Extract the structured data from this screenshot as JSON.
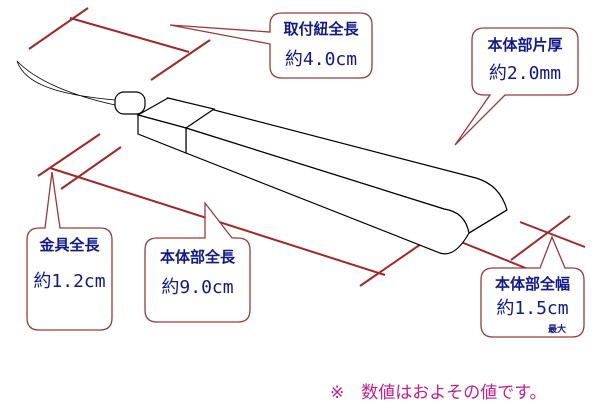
{
  "colors": {
    "dimension_line": "#a02828",
    "callout_text": "#101a8a",
    "footnote": "#c0208a",
    "outline": "#000000"
  },
  "callouts": {
    "cord_length": {
      "title": "取付紐全長",
      "value": "約4.0cm"
    },
    "body_thickness": {
      "title": "本体部片厚",
      "value": "約2.0mm"
    },
    "fitting_length": {
      "title": "金具全長",
      "value": "約1.2cm"
    },
    "body_length": {
      "title": "本体部全長",
      "value": "約9.0cm"
    },
    "body_width": {
      "title": "本体部全幅",
      "value": "約1.5cm",
      "note": "最大"
    }
  },
  "footnote": "※　数値はおよその値です。"
}
